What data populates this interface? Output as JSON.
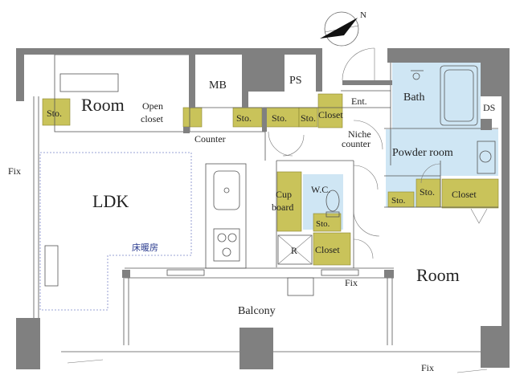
{
  "labels": {
    "room_nw": "Room",
    "open_closet_1": "Open",
    "open_closet_2": "closet",
    "sto": "Sto.",
    "mb": "MB",
    "ps": "PS",
    "ent": "Ent.",
    "closet": "Closet",
    "bath": "Bath",
    "ds": "DS",
    "counter": "Counter",
    "niche_1": "Niche",
    "niche_2": "counter",
    "powder_room": "Powder room",
    "fix": "Fix",
    "ldk": "LDK",
    "cupboard_1": "Cup",
    "cupboard_2": "board",
    "wc": "W.C.",
    "r": "R",
    "floor_heating": "床暖房",
    "room_se": "Room",
    "balcony": "Balcony"
  },
  "compass": {
    "north_label": "N"
  },
  "colors": {
    "wall": "#808080",
    "storage": "#c9c35a",
    "wet_area": "#cfe6f4",
    "floor_heating": "#2a3b8f"
  }
}
